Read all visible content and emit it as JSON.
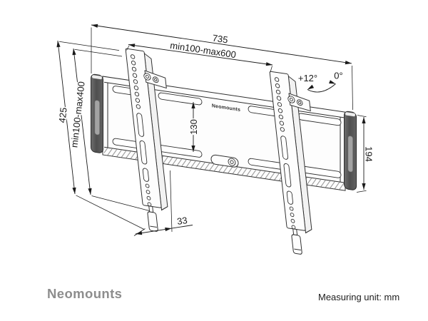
{
  "diagram": {
    "width_overall": "735",
    "width_range": "min100-max600",
    "height_overall": "425",
    "height_range": "min100-max400",
    "hole_spacing": "130",
    "plate_height": "194",
    "depth": "33",
    "tilt_max": "+12°",
    "tilt_min": "0°",
    "plate_label": "Neomounts"
  },
  "footer": {
    "brand": "Neomounts",
    "unit_note": "Measuring unit: mm"
  },
  "colors": {
    "line": "#2e2e2e",
    "dimension": "#1a1a1a",
    "endcap_dark": "#585858",
    "endcap_slot": "#a3a3a3",
    "brand_gray": "#8d8d8d",
    "footer_text": "#1d1d1d"
  }
}
